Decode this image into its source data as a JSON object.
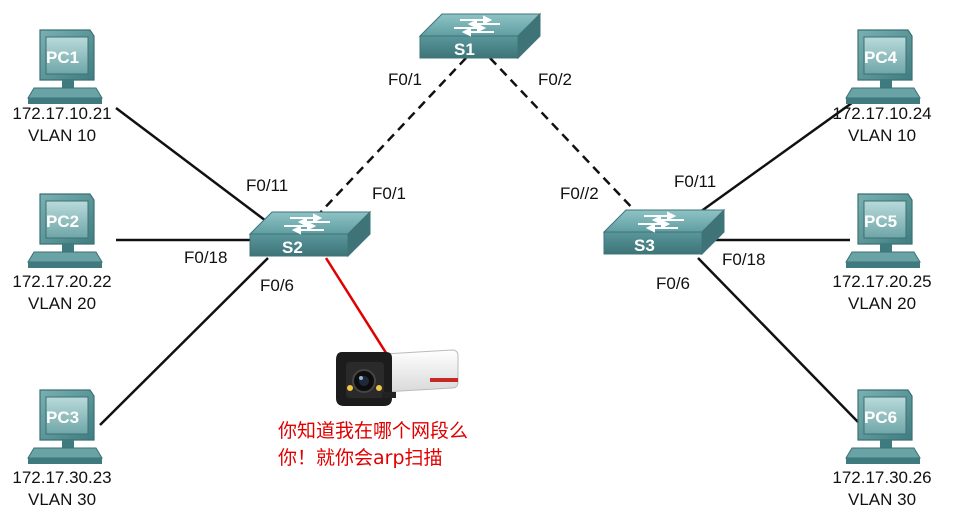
{
  "switches": [
    {
      "name": "S1"
    },
    {
      "name": "S2"
    },
    {
      "name": "S3"
    }
  ],
  "pcs": [
    {
      "name": "PC1",
      "ip": "172.17.10.21",
      "vlan": "VLAN 10"
    },
    {
      "name": "PC2",
      "ip": "172.17.20.22",
      "vlan": "VLAN 20"
    },
    {
      "name": "PC3",
      "ip": "172.17.30.23",
      "vlan": "VLAN 30"
    },
    {
      "name": "PC4",
      "ip": "172.17.10.24",
      "vlan": "VLAN 10"
    },
    {
      "name": "PC5",
      "ip": "172.17.20.25",
      "vlan": "VLAN 20"
    },
    {
      "name": "PC6",
      "ip": "172.17.30.26",
      "vlan": "VLAN 30"
    }
  ],
  "ports": {
    "s1_to_s2": "F0/1",
    "s1_to_s3": "F0/2",
    "s2_uplink": "F0/1",
    "s2_pc1": "F0/11",
    "s2_pc2": "F0/18",
    "s2_pc3": "F0/6",
    "s3_uplink": "F0//2",
    "s3_pc4": "F0/11",
    "s3_pc5": "F0/18",
    "s3_pc6": "F0/6"
  },
  "camera_note": {
    "line1": "你知道我在哪个网段么",
    "line2": "你！就你会arp扫描"
  },
  "colors": {
    "switch_body": "#4f8d92",
    "pc_body": "#5a9698",
    "camera_link": "#e00000",
    "note_text": "#e00000",
    "link": "#111111"
  }
}
